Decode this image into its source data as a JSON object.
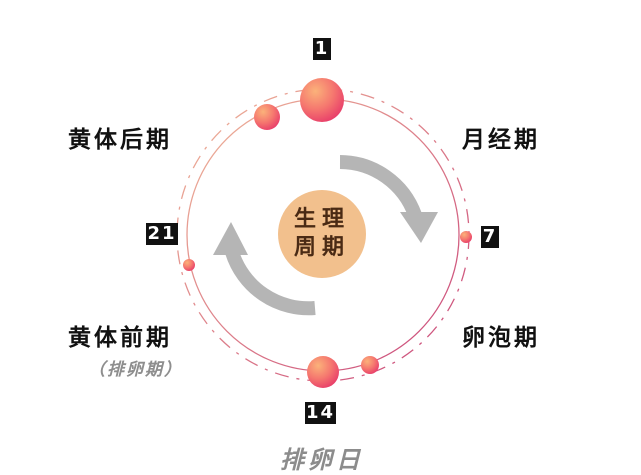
{
  "diagram": {
    "center": {
      "line1": "生理",
      "line2": "周期",
      "fill": "#f2c08d"
    },
    "phases": [
      {
        "id": "luteal-late",
        "label": "黄体后期"
      },
      {
        "id": "menstrual",
        "label": "月经期"
      },
      {
        "id": "follicular",
        "label": "卵泡期"
      },
      {
        "id": "luteal-early",
        "label": "黄体前期",
        "sublabel": "（排卵期）"
      }
    ],
    "days": [
      {
        "id": "day-1",
        "value": "1"
      },
      {
        "id": "day-7",
        "value": "7"
      },
      {
        "id": "day-14",
        "value": "14"
      },
      {
        "id": "day-21",
        "value": "21"
      }
    ],
    "ovulation_day_label": "排卵日",
    "colors": {
      "ring_solid": "#d98ca0",
      "ring_dashed": "#c9aab0",
      "arrow": "#b5b5b5",
      "node_gradient_start": "#f9a36a",
      "node_gradient_end": "#ee4d6b",
      "day_box_bg": "#111111"
    }
  }
}
